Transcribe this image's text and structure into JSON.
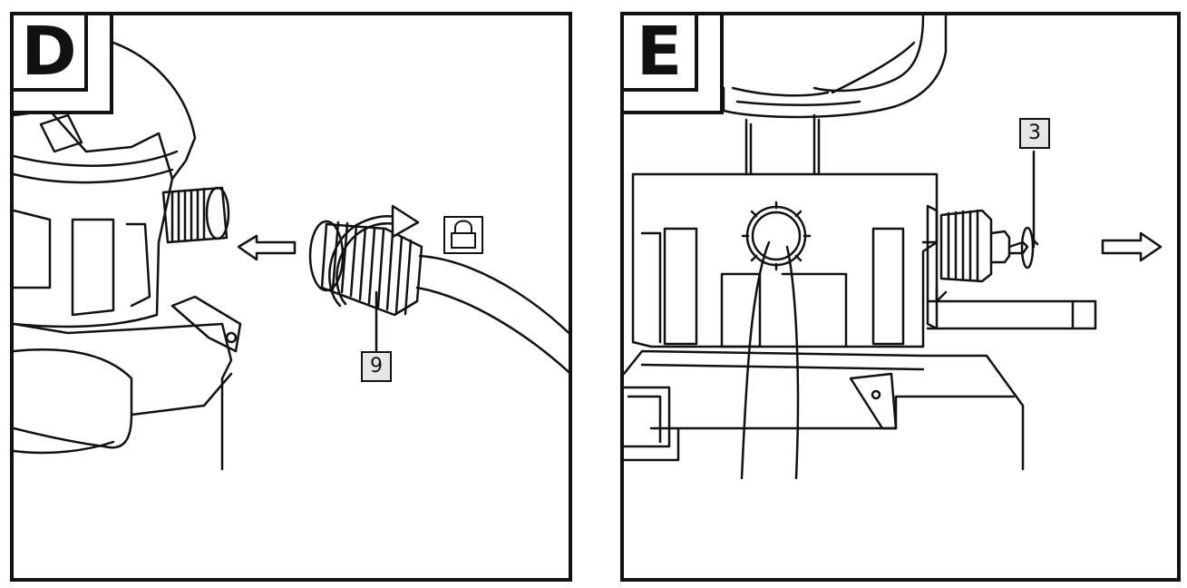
{
  "panels": [
    {
      "letter": "D",
      "callouts": [
        {
          "label": "9"
        }
      ],
      "icon": "lock-icon"
    },
    {
      "letter": "E",
      "callouts": [
        {
          "label": "3"
        }
      ]
    }
  ],
  "colors": {
    "line": "#111111",
    "callout_fill": "#e6e6e6",
    "background": "#ffffff"
  }
}
